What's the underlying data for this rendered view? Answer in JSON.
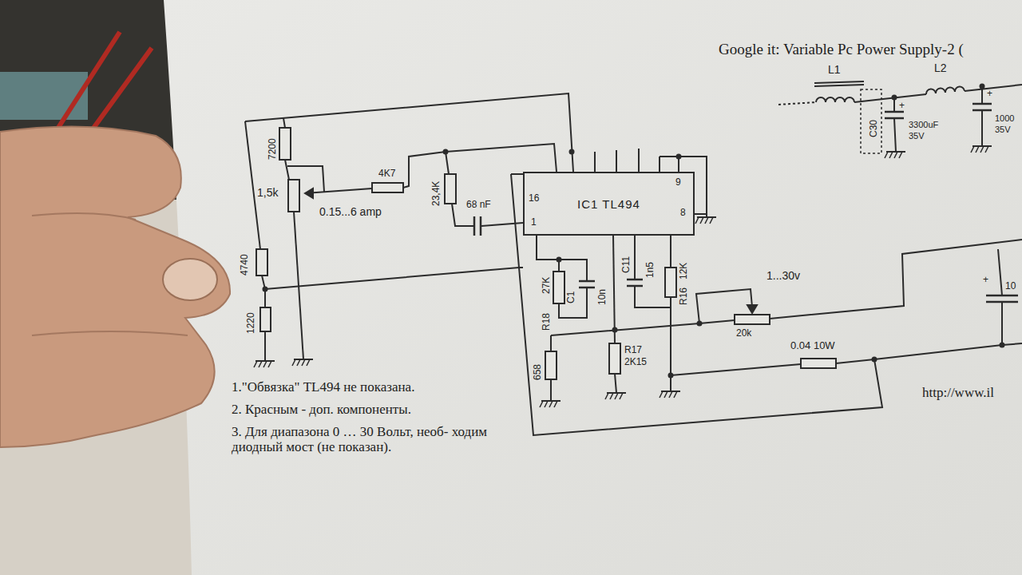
{
  "diagram": {
    "nodes": [
      {
        "text": [
          "IC1 TL494"
        ]
      }
    ],
    "labels": [
      "Google it: Variable Pc Power Supply-2 (",
      "L1",
      "L2",
      "+",
      "C30",
      "3300uF",
      "35V",
      "+",
      "1000",
      "35V",
      "7200",
      "1,5k",
      "4740",
      "1220",
      "4K7",
      "0.15...6 amp",
      "23,4K",
      "68 nF",
      "16",
      "1",
      "9",
      "8",
      "27K",
      "R18",
      "C1",
      "10n",
      "C11",
      "1n5",
      "12K",
      "R16",
      "1...30v",
      "20k",
      "0.04 10W",
      "+",
      "10",
      "658",
      "R17",
      "2K15",
      "1.\"Обвязка\" TL494 не показана.",
      "2. Красным - доп. компоненты.",
      "3. Для диапазона 0 … 30 Вольт, необ- ходим диодный мост (не показан).",
      "http://www.il"
    ]
  }
}
